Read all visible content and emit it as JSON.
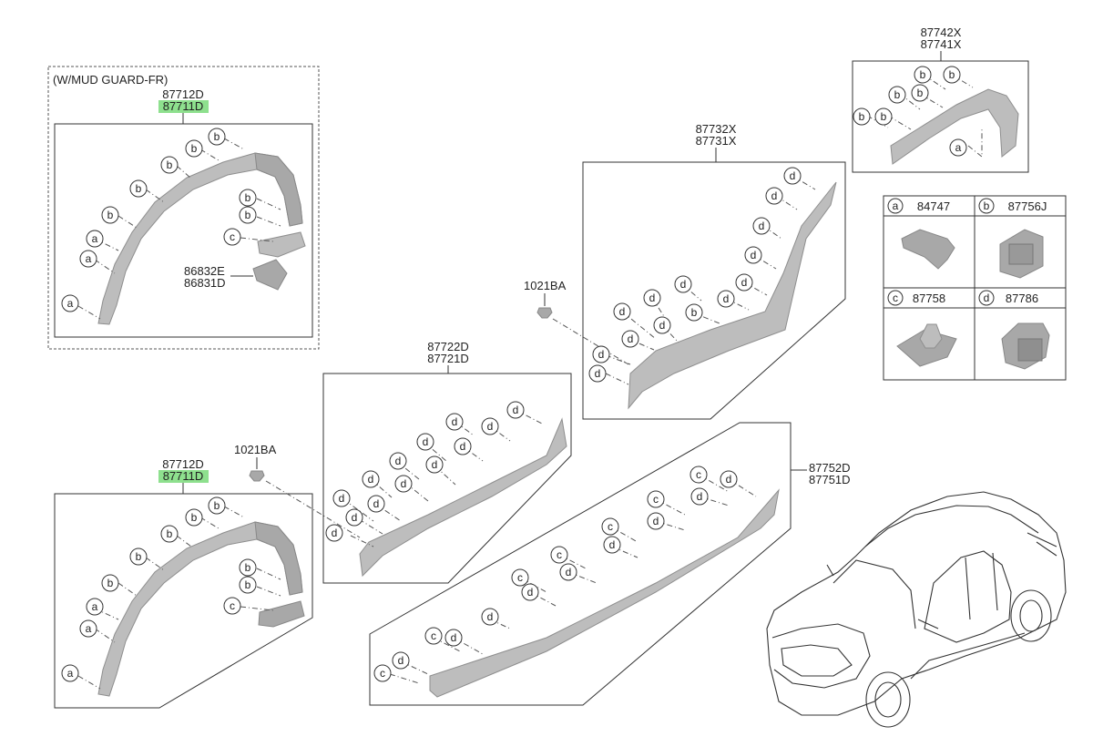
{
  "groups": {
    "mud_guard_title": "(W/MUD GUARD-FR)",
    "arch_front_top": {
      "part_a": "87712D",
      "part_b": "87711D"
    },
    "arch_front_bottom": {
      "part_a": "87712D",
      "part_b": "87711D"
    },
    "mud_guard": {
      "part_a": "86832E",
      "part_b": "86831D"
    },
    "rear_upper": {
      "part_a": "87732X",
      "part_b": "87731X"
    },
    "rear_arch": {
      "part_a": "87742X",
      "part_b": "87741X"
    },
    "door_lower": {
      "part_a": "87722D",
      "part_b": "87721D"
    },
    "side_sill": {
      "part_a": "87752D",
      "part_b": "87751D"
    },
    "screw_1": "1021BA",
    "screw_2": "1021BA"
  },
  "legend": [
    {
      "key": "a",
      "part": "84747"
    },
    {
      "key": "b",
      "part": "87756J"
    },
    {
      "key": "c",
      "part": "87758"
    },
    {
      "key": "d",
      "part": "87786"
    }
  ],
  "highlight_color": "#8ee08e"
}
